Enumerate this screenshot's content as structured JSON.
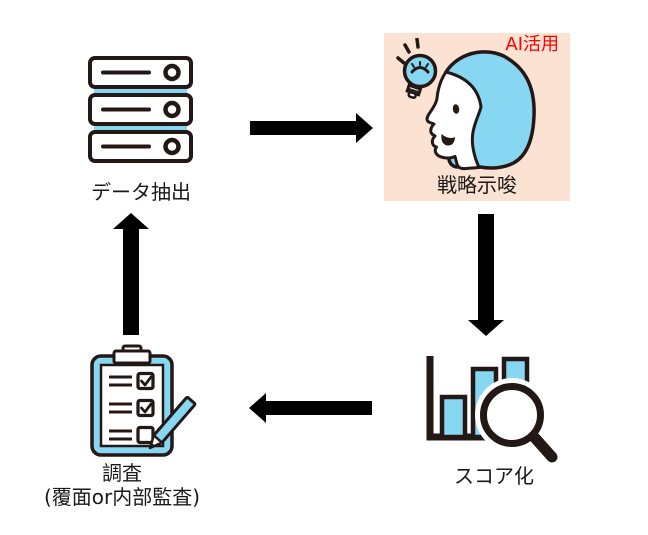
{
  "colors": {
    "outline": "#231815",
    "icon_blue": "#87d7f2",
    "highlight_peach": "#fbe2d2",
    "badge_red": "#ff0000",
    "arrow_black": "#000000"
  },
  "nodes": {
    "data_extraction": {
      "label": "データ抽出",
      "icon": "server-icon"
    },
    "strategy": {
      "label": "戦略示唆",
      "badge": "AI活用",
      "icon": "person-idea-icon",
      "highlighted": true
    },
    "scoring": {
      "label": "スコア化",
      "icon": "bar-chart-magnifier-icon"
    },
    "survey": {
      "label": "調査",
      "sublabel": "(覆面or内部監査)",
      "icon": "clipboard-checklist-icon"
    }
  },
  "arrows": [
    {
      "from": "data_extraction",
      "to": "strategy",
      "direction": "right"
    },
    {
      "from": "strategy",
      "to": "scoring",
      "direction": "down"
    },
    {
      "from": "scoring",
      "to": "survey",
      "direction": "left"
    },
    {
      "from": "survey",
      "to": "data_extraction",
      "direction": "up"
    }
  ]
}
